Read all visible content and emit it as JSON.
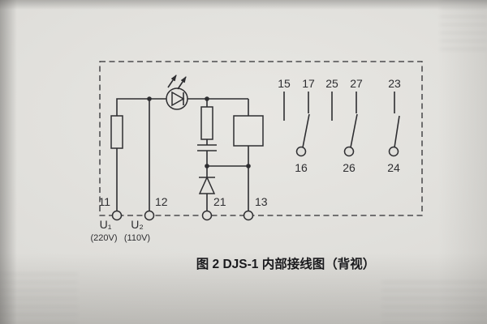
{
  "colors": {
    "paper": "#dddcd8",
    "ink": "#2e2e31",
    "caption_ink": "#1a1a1d"
  },
  "diagram": {
    "caption": "图 2  DJS-1 内部接线图（背视）",
    "terminals": {
      "t11": "11",
      "t12": "12",
      "t21": "21",
      "t13": "13",
      "t15": "15",
      "t17": "17",
      "t25": "25",
      "t27": "27",
      "t23": "23",
      "t16": "16",
      "t26": "26",
      "t24": "24"
    },
    "inputs": {
      "u1": "U₁",
      "u1_voltage": "(220V)",
      "u2": "U₂",
      "u2_voltage": "(110V)"
    },
    "components": {
      "led": "led-indicator-icon",
      "resistor_left": "resistor-icon",
      "resistor_middle": "resistor-icon",
      "capacitor": "capacitor-icon",
      "diode": "diode-icon",
      "relay_coil": "relay-coil-icon"
    }
  }
}
